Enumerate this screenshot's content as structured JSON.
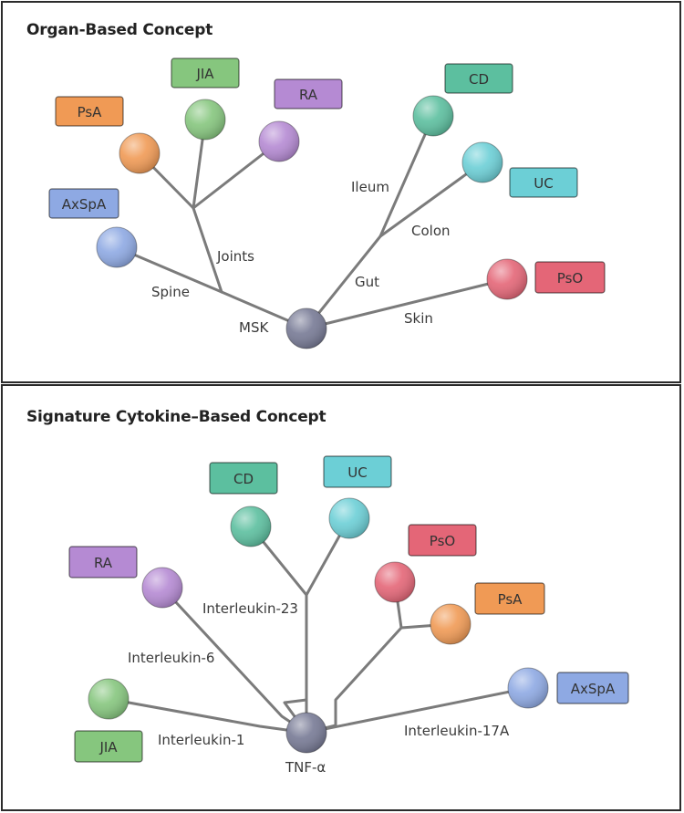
{
  "colors": {
    "PsA": "#f09a55",
    "JIA": "#86c67e",
    "RA": "#b58ad3",
    "AxSpA": "#8ea9e3",
    "CD": "#5cbf9f",
    "UC": "#6ccfd6",
    "PsO": "#e46677",
    "root": "#777a95"
  },
  "top": {
    "title": "Organ-Based Concept",
    "branch_labels": {
      "joints": "Joints",
      "spine": "Spine",
      "msk": "MSK",
      "gut": "Gut",
      "ileum": "Ileum",
      "colon": "Colon",
      "skin": "Skin"
    },
    "tags": {
      "psa": "PsA",
      "jia": "JIA",
      "ra": "RA",
      "axspa": "AxSpA",
      "cd": "CD",
      "uc": "UC",
      "pso": "PsO"
    }
  },
  "bottom": {
    "title": "Signature Cytokine–Based Concept",
    "branch_labels": {
      "il23": "Interleukin-23",
      "il6": "Interleukin-6",
      "il1": "Interleukin-1",
      "il17a": "Interleukin-17A",
      "tnf": "TNF-α"
    },
    "tags": {
      "cd": "CD",
      "uc": "UC",
      "ra": "RA",
      "pso": "PsO",
      "psa": "PsA",
      "axspa": "AxSpA",
      "jia": "JIA"
    }
  }
}
